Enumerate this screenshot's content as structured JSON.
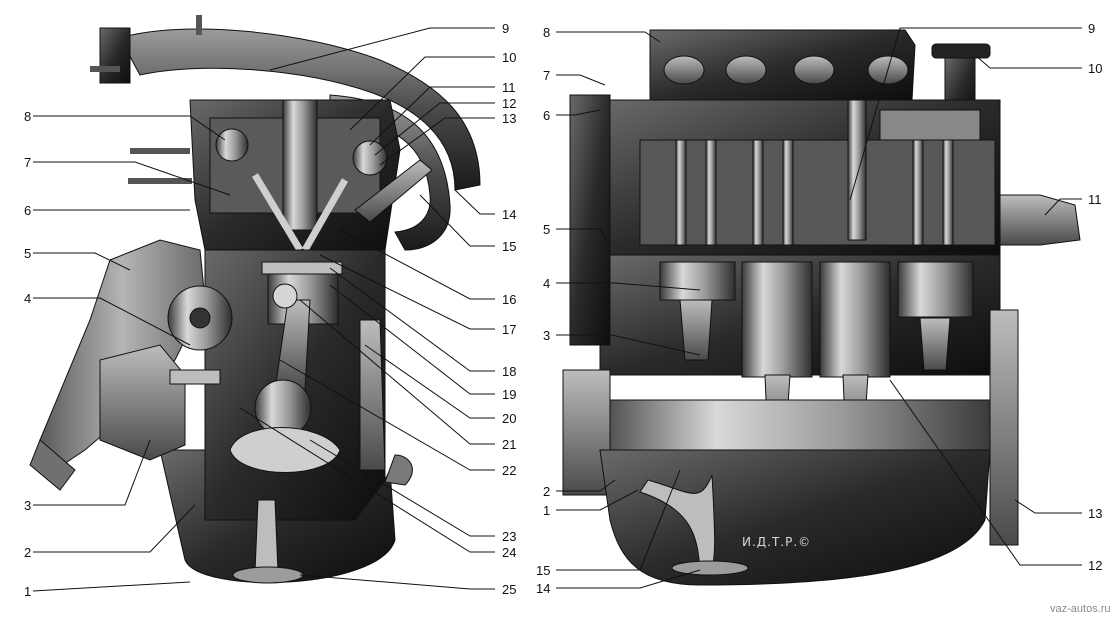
{
  "left_view": {
    "callouts": [
      "1",
      "2",
      "3",
      "4",
      "5",
      "6",
      "7",
      "8",
      "9",
      "10",
      "11",
      "12",
      "13",
      "14",
      "15",
      "16",
      "17",
      "18",
      "19",
      "20",
      "21",
      "22",
      "23",
      "24",
      "25"
    ]
  },
  "right_view": {
    "callouts": [
      "1",
      "2",
      "3",
      "4",
      "5",
      "6",
      "7",
      "8",
      "9",
      "10",
      "11",
      "12",
      "13",
      "14",
      "15"
    ],
    "stamp": "И.Д.Т.Р.©"
  },
  "watermark": "vaz-autos.ru"
}
